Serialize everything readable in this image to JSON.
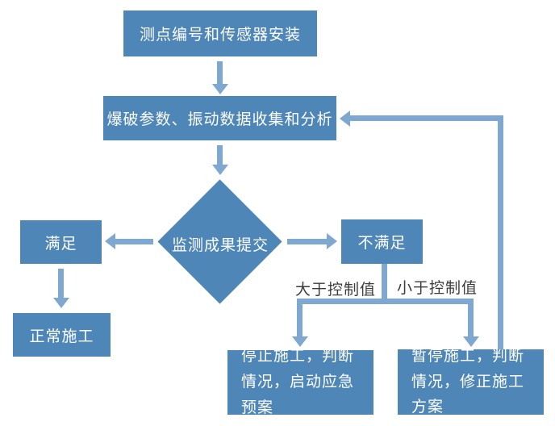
{
  "diagram": {
    "type": "flowchart",
    "colors": {
      "node_fill": "#4e86b8",
      "arrow": "#7fa8d0",
      "node_text": "#ffffff",
      "edge_label_text": "#3c3c3c",
      "background": "#ffffff"
    },
    "nodes": {
      "sensor_install": "测点编号和传感器安装",
      "data_collection": "爆破参数、振动数据收集和分析",
      "decision": "监测成果提交",
      "satisfied": "满足",
      "normal_construction": "正常施工",
      "not_satisfied": "不满足",
      "stop_construction": "停止施工，判断情况，启动应急预案",
      "pause_construction": "暂停施工，判断情况，修正施工方案"
    },
    "edge_labels": {
      "greater_than": "大于控制值",
      "less_than": "小于控制值"
    },
    "edges": [
      {
        "from": "sensor_install",
        "to": "data_collection"
      },
      {
        "from": "data_collection",
        "to": "decision"
      },
      {
        "from": "decision",
        "to": "satisfied"
      },
      {
        "from": "decision",
        "to": "not_satisfied"
      },
      {
        "from": "satisfied",
        "to": "normal_construction"
      },
      {
        "from": "not_satisfied",
        "to": "stop_construction",
        "label": "大于控制值"
      },
      {
        "from": "not_satisfied",
        "to": "pause_construction",
        "label": "小于控制值"
      },
      {
        "from": "pause_construction",
        "to": "data_collection",
        "type": "feedback"
      }
    ]
  }
}
